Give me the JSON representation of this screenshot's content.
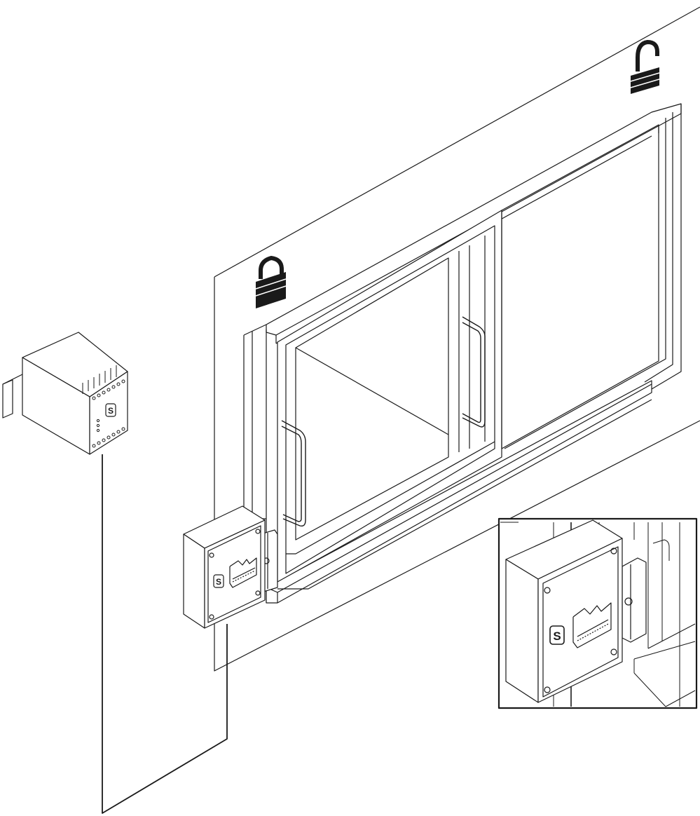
{
  "diagram": {
    "components": {
      "controller": {
        "logo_glyph": "S",
        "icon": "safety-relay-unit"
      },
      "door_lock": {
        "logo_glyph": "S",
        "icon": "solenoid-lock-box"
      },
      "detail_lock": {
        "logo_glyph": "S",
        "icon": "solenoid-lock-box-detail"
      },
      "locked_symbol": {
        "icon": "padlock-closed-icon"
      },
      "unlocked_symbol": {
        "icon": "padlock-open-icon"
      }
    },
    "colors": {
      "line": "#1a1a1a",
      "fill_black": "#1a1a1a",
      "background": "#ffffff"
    }
  }
}
